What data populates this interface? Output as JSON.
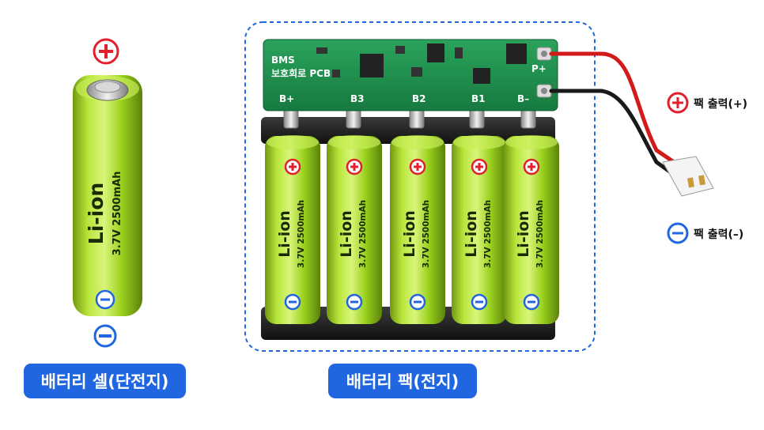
{
  "single_cell": {
    "chemistry": "Li-ion",
    "rating": "3.7V 2500mAh",
    "caption": "배터리 셀(단전지)"
  },
  "pack": {
    "caption": "배터리 팩(전지)",
    "pcb": {
      "title_line1": "BMS",
      "title_line2": "보호회로 PCB",
      "tap_labels": [
        "B+",
        "B3",
        "B2",
        "B1",
        "B–"
      ],
      "positive_pad": "P+"
    },
    "cells": [
      {
        "chemistry": "Li-ion",
        "rating": "3.7V 2500mAh"
      },
      {
        "chemistry": "Li-ion",
        "rating": "3.7V 2500mAh"
      },
      {
        "chemistry": "Li-ion",
        "rating": "3.7V 2500mAh"
      },
      {
        "chemistry": "Li-ion",
        "rating": "3.7V 2500mAh"
      },
      {
        "chemistry": "Li-ion",
        "rating": "3.7V 2500mAh"
      }
    ]
  },
  "outputs": {
    "positive_label": "팩 출력(+)",
    "negative_label": "팩 출력(–)"
  },
  "colors": {
    "cell_green": "#9ad11e",
    "pcb_green": "#1f8a4c",
    "positive_red": "#e0202c",
    "negative_blue": "#1f66e0",
    "caption_blue": "#1f66e0"
  }
}
